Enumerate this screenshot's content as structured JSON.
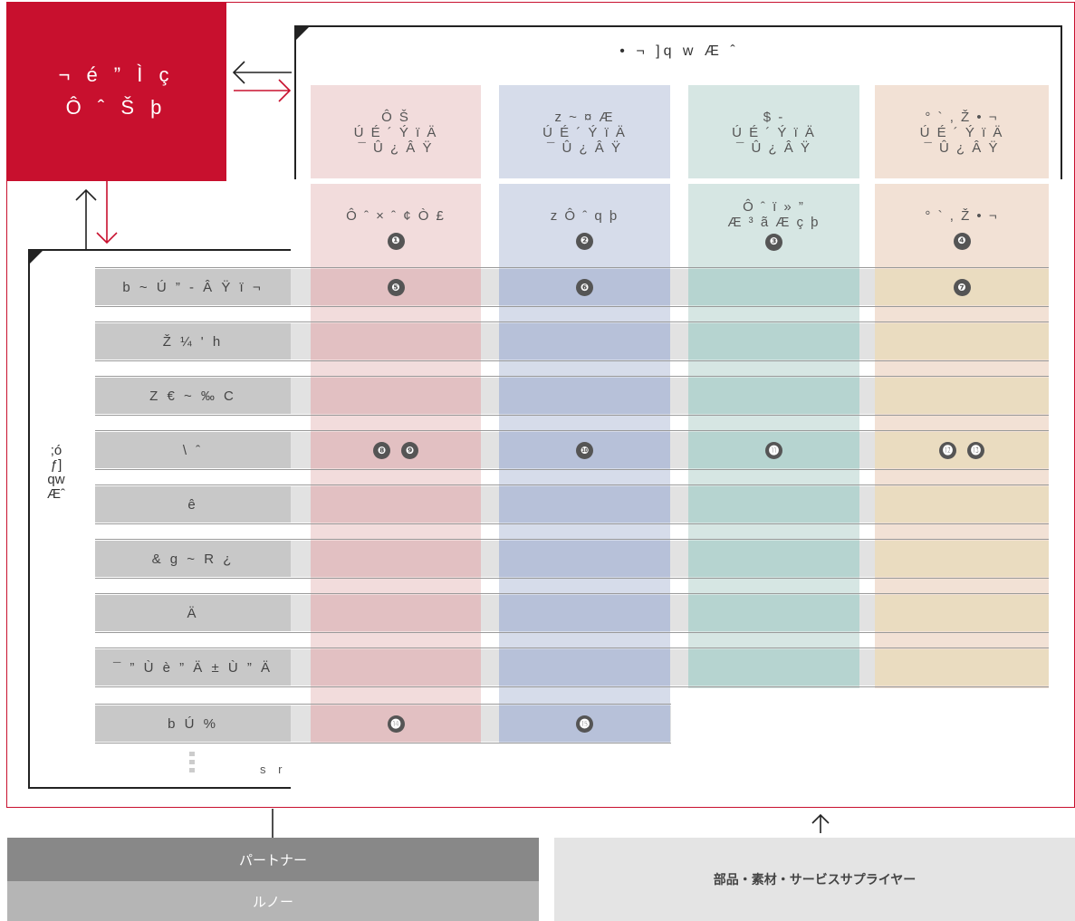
{
  "colors": {
    "accent": "#c8102e",
    "col1_header": "#f2dcdc",
    "col1_body": "#e2c0c2",
    "col2_header": "#d6dcea",
    "col2_body": "#b7c1d9",
    "col3_header": "#d6e6e3",
    "col3_body": "#b6d4d0",
    "col4_header": "#f2e1d5",
    "col4_body": "#eadcc0"
  },
  "hq": {
    "line1": "¬ é ” Ì ç",
    "line2": "Ô ˆ Š þ"
  },
  "top_title": "• ¬  ]q   w Æ ˆ",
  "side_title": ";óƒ]qwÆˆ",
  "columns": [
    {
      "header": "Ô Š\nÚ É ´ Ý ï Ä\n¯ Û ¿ Â Ÿ",
      "sub": "Ô ˆ × ˆ     ¢ Ò £",
      "badge": "❶"
    },
    {
      "header": "z    ~ ¤ Æ\nÚ É ´ Ý ï Ä\n¯ Û ¿ Â Ÿ",
      "sub": "z   Ô ˆ q þ",
      "badge": "❷"
    },
    {
      "header": "$ -\nÚ É ´ Ý ï Ä\n¯ Û ¿ Â Ÿ",
      "sub": "Ô ˆ   ï » ”\nÆ ³ ã Æ ç þ",
      "badge": "❸"
    },
    {
      "header": "° ` , Ž • ¬\nÚ É ´ Ý ï Ä\n¯ Û ¿ Â Ÿ",
      "sub": "° ` , Ž • ¬",
      "badge": "❹"
    }
  ],
  "rows": [
    {
      "label": "b  ~ Ú ” - Â Ÿ ï ¬",
      "c1": "❺",
      "c2": "❻",
      "c3": "",
      "c4": "❼"
    },
    {
      "label": "Ž ¼ ' h",
      "c1": "",
      "c2": "",
      "c3": "",
      "c4": ""
    },
    {
      "label": "Z € ~ ‰ C",
      "c1": "",
      "c2": "",
      "c3": "",
      "c4": ""
    },
    {
      "label": "\\ ˆ",
      "c1": "❽ ❾",
      "c2": "❿",
      "c3": "⓫",
      "c4": "⓬ ⓭"
    },
    {
      "label": "ê",
      "c1": "",
      "c2": "",
      "c3": "",
      "c4": ""
    },
    {
      "label": "& g ~ R  ¿",
      "c1": "",
      "c2": "",
      "c3": "",
      "c4": ""
    },
    {
      "label": "Ä",
      "c1": "",
      "c2": "",
      "c3": "",
      "c4": ""
    },
    {
      "label": "¯ ” Ù è ” Ä      ± Ù ” Ä",
      "c1": "",
      "c2": "",
      "c3": "",
      "c4": ""
    },
    {
      "label": "b    Ú %",
      "c1": "⓮",
      "c2": "⓯",
      "c3": "",
      "c4": ""
    }
  ],
  "footer_sr": "s r",
  "partner": "パートナー",
  "renault": "ルノー",
  "supplier": "部品・素材・サービスサプライヤー"
}
